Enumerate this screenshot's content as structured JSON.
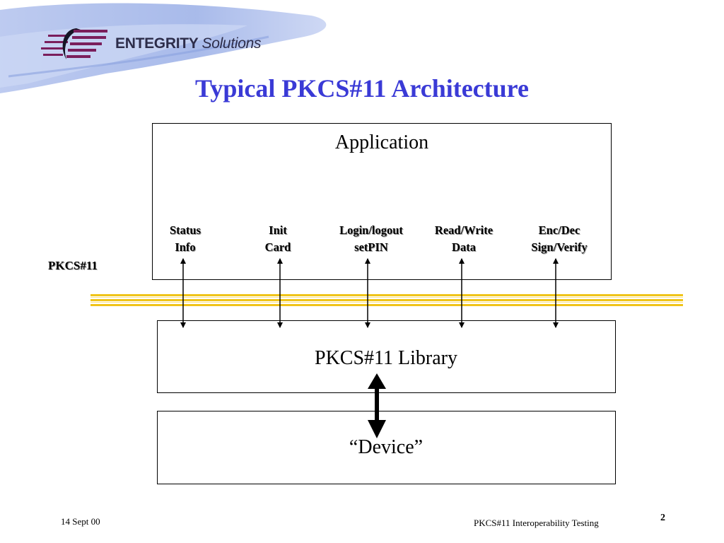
{
  "brand": {
    "name": "ENTEGRITY",
    "tagline": "Solutions",
    "logo_icon": "entegrity-logo-icon",
    "brush_color": "#9fb3e8"
  },
  "slide": {
    "title": "Typical PKCS#11 Architecture",
    "title_color": "#3a3ad6"
  },
  "diagram": {
    "application_label": "Application",
    "library_label": "PKCS#11 Library",
    "device_label": "“Device”",
    "interface_label": "PKCS#11",
    "bus_color": "#f0c419",
    "functions": [
      {
        "line1": "Status",
        "line2": "Info"
      },
      {
        "line1": "Init",
        "line2": "Card"
      },
      {
        "line1": "Login/logout",
        "line2": "setPIN"
      },
      {
        "line1": "Read/Write",
        "line2": "Data"
      },
      {
        "line1": "Enc/Dec",
        "line2": "Sign/Verify"
      }
    ]
  },
  "footer": {
    "date": "14 Sept 00",
    "center": "PKCS#11 Interoperability Testing",
    "page_number": "2"
  }
}
